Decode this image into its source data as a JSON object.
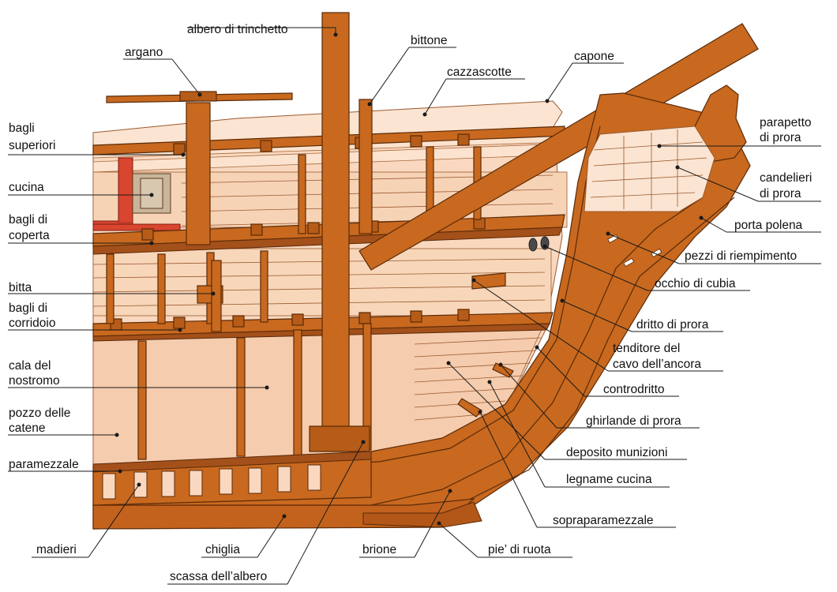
{
  "diagram": {
    "labels": {
      "albero_di_trinchetto": "albero di trinchetto",
      "bittone": "bittone",
      "argano": "argano",
      "cazzascotte": "cazzascotte",
      "capone": "capone",
      "bagli_superiori_1": "bagli",
      "bagli_superiori_2": "superiori",
      "parapetto_1": "parapetto",
      "parapetto_2": "di prora",
      "candelieri_1": "candelieri",
      "candelieri_2": "di prora",
      "cucina": "cucina",
      "porta_polena": "porta polena",
      "bagli_coperta_1": "bagli di",
      "bagli_coperta_2": "coperta",
      "pezzi_riempimento": "pezzi di riempimento",
      "occhio_cubia": "occhio di cubia",
      "bitta": "bitta",
      "bagli_corridoio_1": "bagli di",
      "bagli_corridoio_2": "corridoio",
      "dritto_prora": "dritto di prora",
      "tenditore_1": "tenditore del",
      "tenditore_2": "cavo dell’ancora",
      "cala_1": "cala del",
      "cala_2": "nostromo",
      "controdritto": "controdritto",
      "pozzo_1": "pozzo delle",
      "pozzo_2": "catene",
      "ghirlande": "ghirlande di prora",
      "deposito": "deposito munizioni",
      "paramezzale": "paramezzale",
      "legname": "legname cucina",
      "soprapar": "sopraparamezzale",
      "madieri": "madieri",
      "chiglia": "chiglia",
      "brione": "brione",
      "pie_ruota": "pie’ di ruota",
      "scassa": "scassa dell’albero"
    }
  }
}
